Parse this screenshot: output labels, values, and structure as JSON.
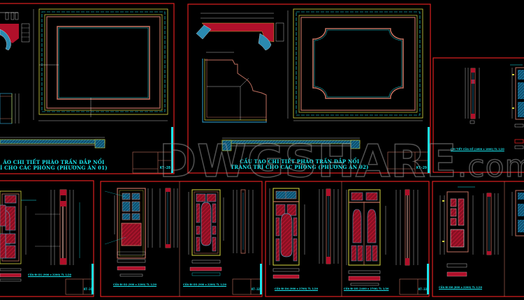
{
  "drawing": {
    "background": "#000000",
    "colors": {
      "frame": "#e02020",
      "cyan": "#19e6ee",
      "yellow": "#d8d840",
      "brown": "#c07060",
      "white": "#e8e8e8",
      "crimson": "#b0102a",
      "blue": "#2a8ab0",
      "teal": "#1f6f8f"
    }
  },
  "watermark": {
    "text": "DWGSHARE",
    "domain": ".com"
  },
  "sheets": [
    {
      "id": "sheet-1",
      "title_line1": "ÁO CHI TIẾT PHÀO TRẦN ĐẮP NỔI",
      "title_line2": "Í CHO CÁC PHÒNG (PHƯƠNG ÁN 01)",
      "sheet_number": "KT-28"
    },
    {
      "id": "sheet-2",
      "title_line1": "CẤU TẠO CHI TIẾT PHÀO TRẦN ĐẮP NỔI",
      "title_line2": "TRANG TRÍ CHO CÁC PHÒNG (PHƯƠNG ÁN 02)",
      "sheet_number": "KT-29"
    },
    {
      "id": "sheet-3",
      "caption": "CHI TIẾT CỬA SỔ (1600 x 1800) TL 1/20",
      "sheet_number": ""
    },
    {
      "id": "sheet-4",
      "caption": "CỬA ĐI D1 (900 x 2200) TL 1/20",
      "sheet_number": "KT-31"
    },
    {
      "id": "sheet-5",
      "caption_left": "CỬA ĐI D2 (900 x 2200) TL 1/20",
      "caption_right": "CỬA ĐI D3 (900 x 2200) TL 1/20",
      "sheet_number": "KT-32"
    },
    {
      "id": "sheet-6",
      "caption_left": "CỬA ĐI D4 (900 x 2700) TL 1/20",
      "caption_right": "CỬA ĐI D5 (1400 x 2700) TL 1/20",
      "sheet_number": "KT-33"
    },
    {
      "id": "sheet-7",
      "caption": "CỬA ĐI D6 (800 x 2200) TL 1/20",
      "sheet_number": ""
    }
  ]
}
